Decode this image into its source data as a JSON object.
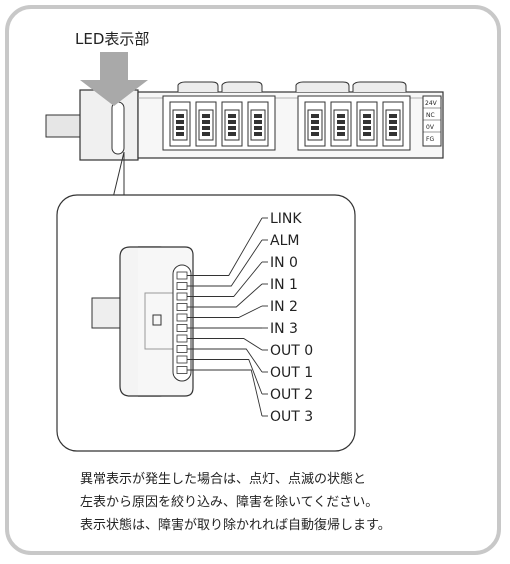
{
  "title": "LED表示部",
  "leds": [
    "LINK",
    "ALM",
    "IN 0",
    "IN 1",
    "IN 2",
    "IN 3",
    "OUT 0",
    "OUT 1",
    "OUT 2",
    "OUT 3"
  ],
  "power_terminal_labels": [
    "24V",
    "NC",
    "0V",
    "FG"
  ],
  "note_lines": [
    "異常表示が発生した場合は、点灯、点滅の状態と",
    "左表から原因を絞り込み、障害を除いてください。",
    "表示状態は、障害が取り除かれれば自動復帰します。"
  ]
}
